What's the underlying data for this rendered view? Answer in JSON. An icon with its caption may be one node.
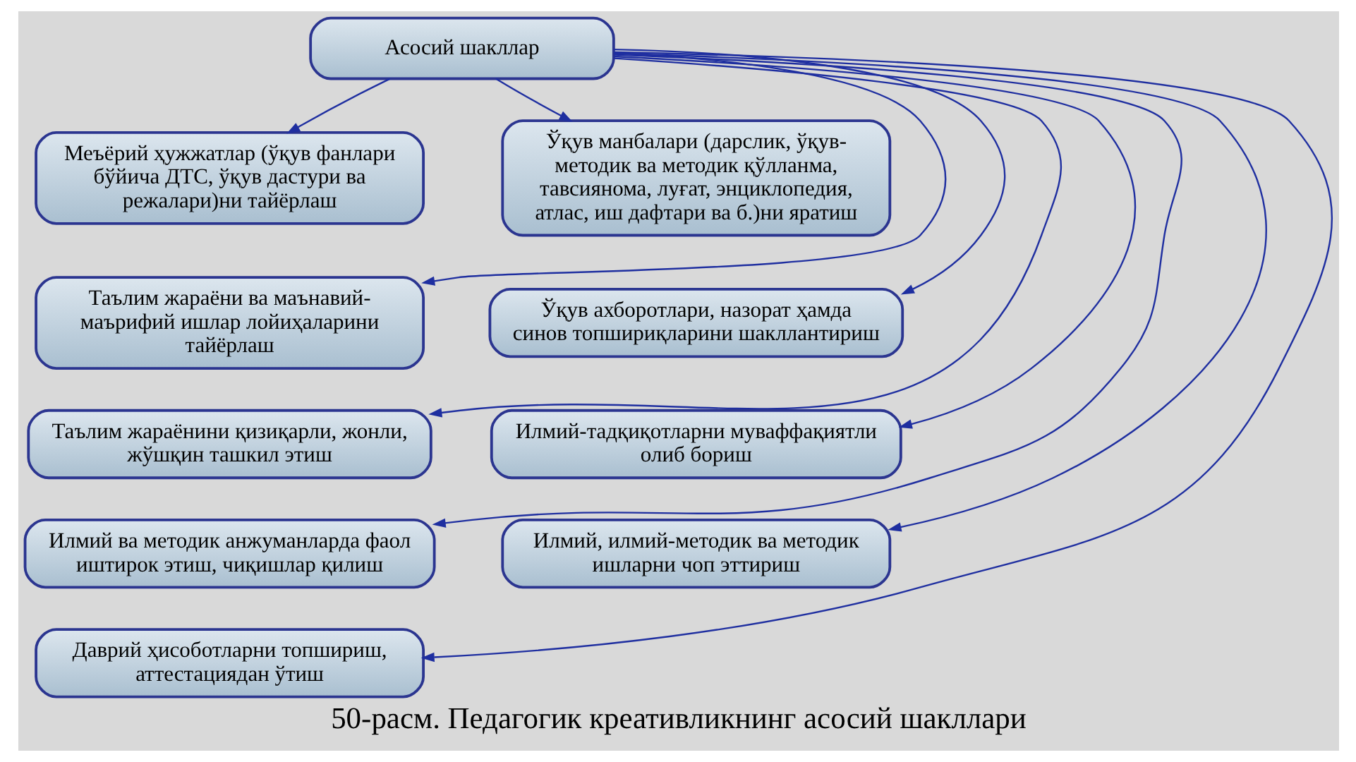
{
  "diagram": {
    "caption": "50-расм. Педагогик креативликнинг асосий шакллари",
    "nodes": [
      {
        "text": [
          "Асосий шакллар"
        ]
      },
      {
        "text": [
          "Меъёрий ҳужжатлар (ўқув фанлари бўйича ДТС, ўқув дастури ва режалари)ни тайёрлаш"
        ]
      },
      {
        "text": [
          "Ўқув манбалари (дарслик, ўқув-методик ва методик қўлланма, тавсиянома, луғат, энциклопедия, атлас, иш дафтари ва б.)ни яратиш"
        ]
      },
      {
        "text": [
          "Таълим жараёни ва маънавий-маърифий ишлар лойиҳаларини тайёрлаш"
        ]
      },
      {
        "text": [
          "Ўқув ахборотлари, назорат ҳамда синов топшириқларини шакллантириш"
        ]
      },
      {
        "text": [
          "Таълим жараёнини қизиқарли, жонли, жўшқин ташкил этиш"
        ]
      },
      {
        "text": [
          "Илмий-тадқиқотларни муваффақиятли олиб бориш"
        ]
      },
      {
        "text": [
          "Илмий ва методик анжуманларда фаол иштирок этиш, чиқишлар қилиш"
        ]
      },
      {
        "text": [
          "Илмий, илмий-методик ва методик ишларни чоп эттириш"
        ]
      },
      {
        "text": [
          "Даврий ҳисоботларни топшириш, аттестациядан ўтиш"
        ]
      }
    ],
    "edges": [
      {
        "from": 0,
        "to": 1,
        "arrow": "to"
      },
      {
        "from": 0,
        "to": 2,
        "arrow": "to"
      },
      {
        "from": 0,
        "to": 3,
        "arrow": "to"
      },
      {
        "from": 0,
        "to": 4,
        "arrow": "to"
      },
      {
        "from": 0,
        "to": 5,
        "arrow": "to"
      },
      {
        "from": 0,
        "to": 6,
        "arrow": "to"
      },
      {
        "from": 0,
        "to": 7,
        "arrow": "to"
      },
      {
        "from": 0,
        "to": 8,
        "arrow": "to"
      },
      {
        "from": 0,
        "to": 9,
        "arrow": "to"
      }
    ]
  }
}
